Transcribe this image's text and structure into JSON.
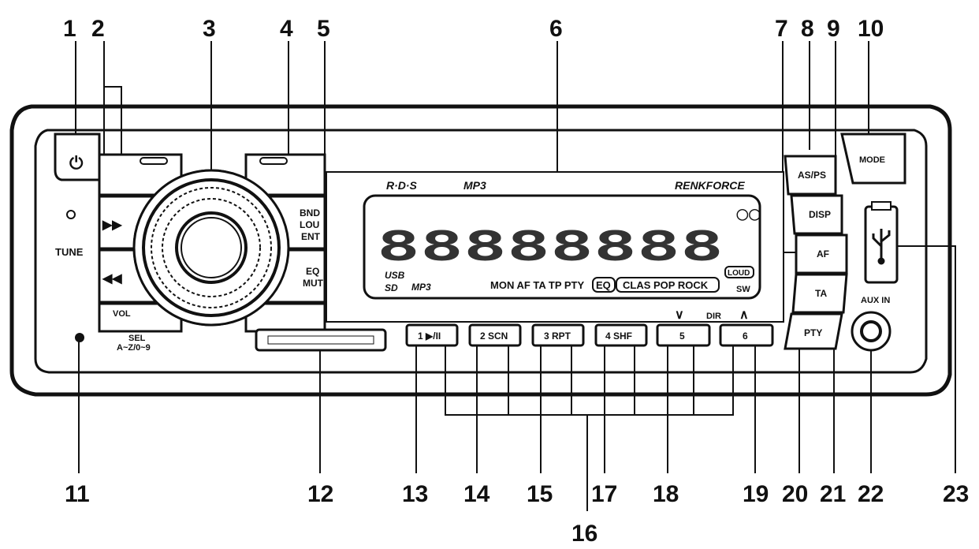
{
  "callouts": [
    "1",
    "2",
    "3",
    "4",
    "5",
    "6",
    "7",
    "8",
    "9",
    "10",
    "11",
    "12",
    "13",
    "14",
    "15",
    "16",
    "17",
    "18",
    "19",
    "20",
    "21",
    "22",
    "23"
  ],
  "buttons": {
    "power": "⏻",
    "tune": "TUNE",
    "next": "▶▶",
    "prev": "◀◀",
    "bnd": "BND",
    "lou": "LOU",
    "ent": "ENT",
    "eq": "EQ",
    "mut": "MUT",
    "vol": "VOL",
    "sel": "SEL",
    "az": "A~Z/0~9",
    "as_ps": "AS/PS",
    "mode": "MODE",
    "disp": "DISP",
    "af": "AF",
    "ta": "TA",
    "pty": "PTY",
    "aux_in": "AUX IN",
    "dir": "DIR",
    "dir_down": "∨",
    "dir_up": "∧",
    "presets": [
      "1 ▶/II",
      "2 SCN",
      "3 RPT",
      "4 SHF",
      "5",
      "6"
    ]
  },
  "display": {
    "rds": "R·D·S",
    "mp3_top": "MP3",
    "brand": "RENKFORCE",
    "segments": "88888888",
    "usb": "USB",
    "sd": "SD",
    "mp3_bottom": "MP3",
    "indicators": "MON AF TA TP PTY",
    "eq": "EQ",
    "eq_modes": "CLAS POP ROCK",
    "loud": "LOUD",
    "sw": "SW"
  }
}
